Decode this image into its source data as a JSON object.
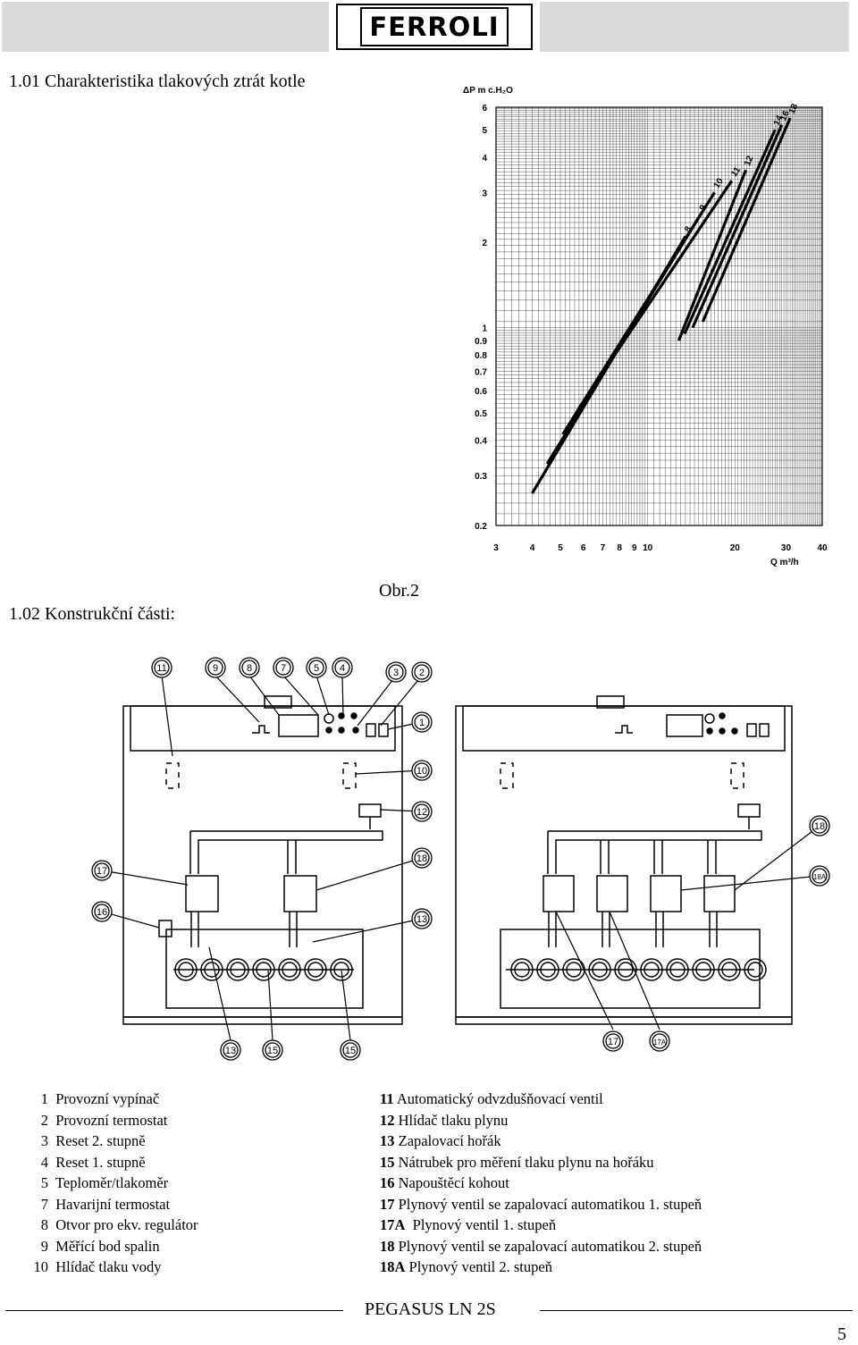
{
  "header": {
    "logo_text": "FERROLI"
  },
  "section1": {
    "title": "1.01 Charakteristika tlakových ztrát kotle"
  },
  "chart_data": {
    "type": "line",
    "title": "",
    "ylabel": "ΔP m c.H₂O",
    "xlabel": "Q m³/h",
    "x_scale": "log",
    "y_scale": "log",
    "xlim": [
      3,
      40
    ],
    "ylim": [
      0.2,
      6
    ],
    "x_ticks": [
      "3",
      "4",
      "5",
      "6",
      "7",
      "8",
      "9",
      "10",
      "20",
      "30",
      "40"
    ],
    "y_ticks": [
      "6",
      "5",
      "4",
      "3",
      "2",
      "1",
      "0.9",
      "0.8",
      "0.7",
      "0.6",
      "0.5",
      "0.4",
      "0.3",
      "0.2"
    ],
    "grid": true,
    "series": [
      {
        "name": "8",
        "points": [
          [
            4.0,
            0.26
          ],
          [
            13.5,
            2.1
          ]
        ]
      },
      {
        "name": "9",
        "points": [
          [
            4.5,
            0.33
          ],
          [
            15.2,
            2.5
          ]
        ]
      },
      {
        "name": "10",
        "points": [
          [
            5.1,
            0.42
          ],
          [
            17.0,
            3.0
          ]
        ]
      },
      {
        "name": "11",
        "points": [
          [
            5.8,
            0.52
          ],
          [
            19.5,
            3.3
          ]
        ]
      },
      {
        "name": "12",
        "points": [
          [
            12.8,
            0.9
          ],
          [
            21.8,
            3.6
          ]
        ]
      },
      {
        "name": "14",
        "points": [
          [
            13.4,
            0.95
          ],
          [
            27.5,
            5.0
          ]
        ]
      },
      {
        "name": "16",
        "points": [
          [
            14.3,
            1.0
          ],
          [
            29.0,
            5.2
          ]
        ]
      },
      {
        "name": "18",
        "points": [
          [
            15.5,
            1.05
          ],
          [
            31.0,
            5.5
          ]
        ]
      }
    ]
  },
  "section2": {
    "title": "1.02 Konstrukční části:",
    "figure_label": "Obr.2"
  },
  "diagram": {
    "left_callouts": [
      "11",
      "9",
      "8",
      "7",
      "5",
      "4",
      "3",
      "2",
      "1",
      "10",
      "12",
      "17",
      "16",
      "18",
      "13",
      "13",
      "15",
      "15"
    ],
    "right_callouts": [
      "18",
      "18A",
      "17",
      "17A"
    ]
  },
  "legend_left": [
    {
      "num": "1",
      "text": "Provozní vypínač"
    },
    {
      "num": "2",
      "text": "Provozní termostat"
    },
    {
      "num": "3",
      "text": "Reset 2. stupně"
    },
    {
      "num": "4",
      "text": "Reset 1. stupně"
    },
    {
      "num": "5",
      "text": "Teploměr/tlakoměr"
    },
    {
      "num": "7",
      "text": "Havarijní termostat"
    },
    {
      "num": "8",
      "text": "Otvor pro ekv. regulátor"
    },
    {
      "num": "9",
      "text": "Měřící bod spalin"
    },
    {
      "num": "10",
      "text": "Hlídač tlaku vody"
    }
  ],
  "legend_right": [
    {
      "num": "11",
      "text": "Automatický odvzdušňovací ventil"
    },
    {
      "num": "12",
      "text": "Hlídač tlaku plynu"
    },
    {
      "num": "13",
      "text": "Zapalovací hořák"
    },
    {
      "num": "15",
      "text": "Nátrubek pro měření tlaku plynu na hořáku"
    },
    {
      "num": "16",
      "text": "Napouštěcí kohout"
    },
    {
      "num": "17",
      "text": "Plynový ventil se zapalovací automatikou 1. stupeň"
    },
    {
      "num": "17A",
      "text": "Plynový ventil 1. stupeň"
    },
    {
      "num": "18",
      "text": "Plynový ventil se zapalovací automatikou 2. stupeň"
    },
    {
      "num": "18A",
      "text": "Plynový ventil 2. stupeň"
    }
  ],
  "footer": {
    "title": "PEGASUS LN 2S",
    "page": "5"
  }
}
